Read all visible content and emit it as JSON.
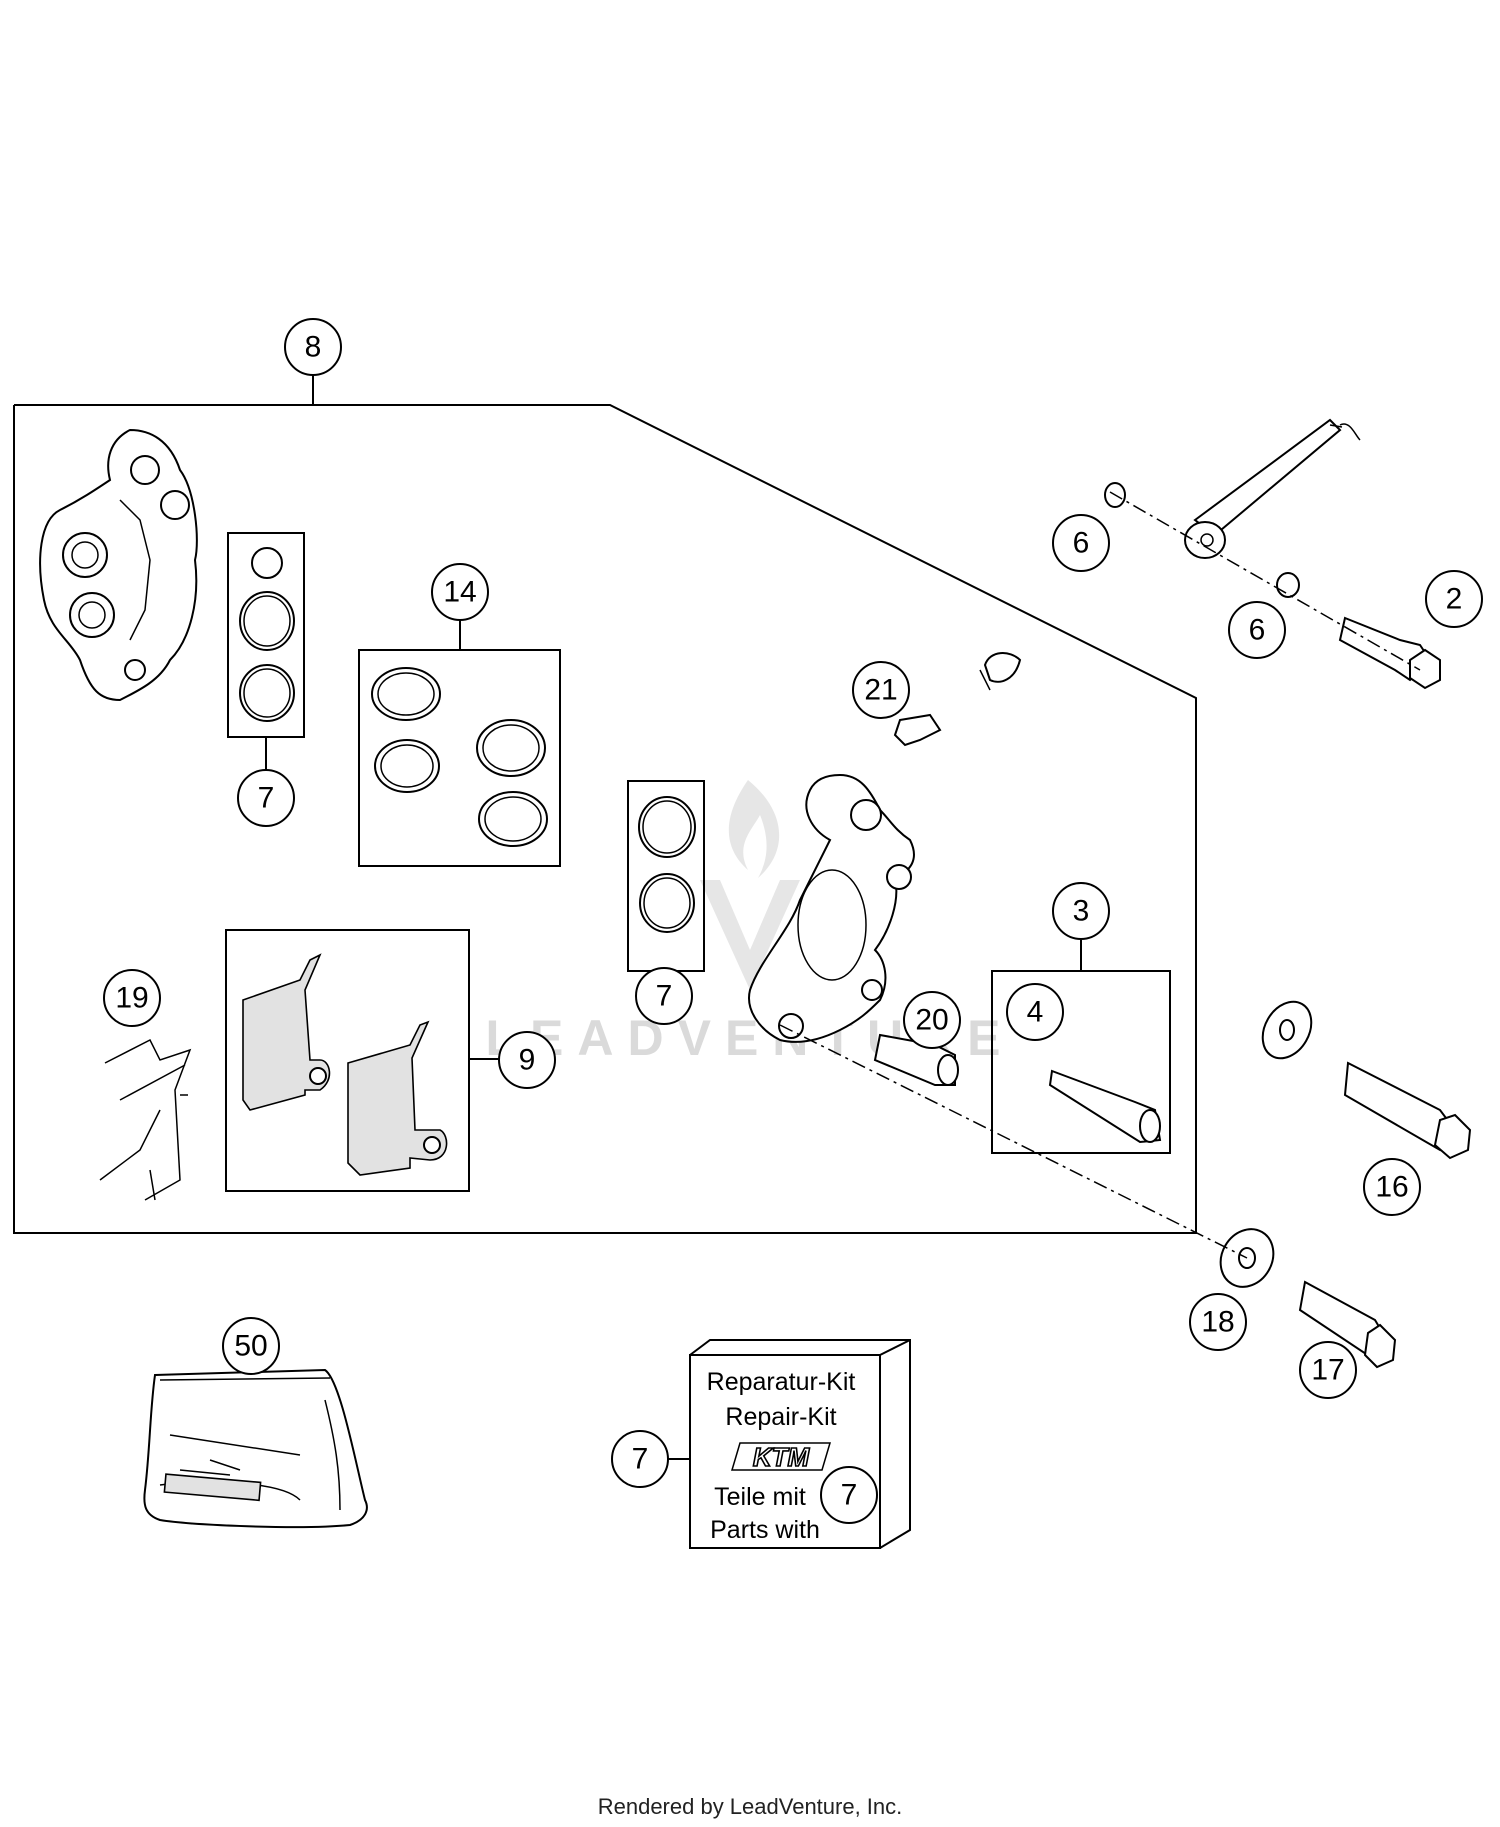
{
  "callouts": [
    {
      "id": "c8",
      "label": "8"
    },
    {
      "id": "c6a",
      "label": "6"
    },
    {
      "id": "c6b",
      "label": "6"
    },
    {
      "id": "c2",
      "label": "2"
    },
    {
      "id": "c21",
      "label": "21"
    },
    {
      "id": "c14",
      "label": "14"
    },
    {
      "id": "c7a",
      "label": "7"
    },
    {
      "id": "c7b",
      "label": "7"
    },
    {
      "id": "c3",
      "label": "3"
    },
    {
      "id": "c4",
      "label": "4"
    },
    {
      "id": "c20",
      "label": "20"
    },
    {
      "id": "c19",
      "label": "19"
    },
    {
      "id": "c9",
      "label": "9"
    },
    {
      "id": "c16",
      "label": "16"
    },
    {
      "id": "c18",
      "label": "18"
    },
    {
      "id": "c17",
      "label": "17"
    },
    {
      "id": "c50",
      "label": "50"
    },
    {
      "id": "c7c",
      "label": "7"
    },
    {
      "id": "c7d",
      "label": "7"
    }
  ],
  "repair_kit": {
    "line1": "Reparatur-Kit",
    "line2": "Repair-Kit",
    "brand": "KTM",
    "line3": "Teile mit",
    "line4": "Parts with"
  },
  "watermark": "LEADVENTURE",
  "footer": "Rendered by LeadVenture, Inc."
}
